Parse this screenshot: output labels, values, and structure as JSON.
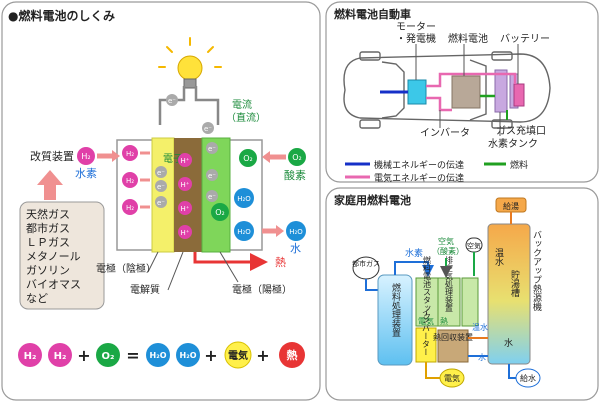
{
  "panels": {
    "left_title": "●燃料電池のしくみ",
    "car_title": "燃料電池自動車",
    "home_title": "家庭用燃料電池"
  },
  "cell": {
    "reformer": "改質装置",
    "hydrogen": "水素",
    "oxygen": "酸素",
    "water": "水",
    "heat": "熱",
    "current_line1": "電流",
    "current_line2": "（直流）",
    "electron": "電子",
    "cathode_label": "電極（陰極）",
    "anode_label": "電極（陽極）",
    "electrolyte_label": "電解質",
    "h2": "H₂",
    "hplus": "H⁺",
    "e": "e⁻",
    "o2": "O₂",
    "h2o": "H₂O",
    "fuels": [
      "天然ガス",
      "都市ガス",
      "ＬＰガス",
      "メタノール",
      "ガソリン",
      "バイオマス",
      "など"
    ]
  },
  "equation": {
    "t1": "H₂",
    "t2": "H₂",
    "plus": "+",
    "t3": "O₂",
    "eq": "=",
    "t4": "H₂O",
    "t5": "H₂O",
    "t6": "電気",
    "t7": "熱"
  },
  "car": {
    "motor_line1": "モーター",
    "motor_line2": "・発電機",
    "fuel_cell": "燃料電池",
    "battery": "バッテリー",
    "inverter": "インバータ",
    "gas_port": "ガス充填口",
    "h2_tank": "水素タンク",
    "legend_mech": "機械エネルギーの伝達",
    "legend_elec": "電気エネルギーの伝達",
    "legend_fuel": "燃料"
  },
  "home": {
    "city_gas": "都市ガス",
    "hydrogen": "水素",
    "air_line1": "空気",
    "air_line2": "（酸素）",
    "air": "空気",
    "reformer": "燃料処理装置",
    "fc_stack": "燃料電池スタック",
    "elec": "電気",
    "heat": "熱",
    "exhaust": "排空気処理装置",
    "inverter": "インバーター",
    "heat_recovery": "熱回収装置",
    "hot_water_out": "給湯",
    "backup": "バックアップ熱源機",
    "warm_water": "温水",
    "tank": "貯湯槽",
    "water": "水",
    "electricity": "電気",
    "water_in": "給水"
  },
  "colors": {
    "panel_border": "#9a9a9a",
    "electrolyte": "#8b6b3a",
    "cathode": "#f4f06a",
    "anode": "#7fd65a",
    "hydrogen_ball": "#e040a8",
    "oxygen_ball": "#1aa845",
    "water_ball": "#1e8fd8",
    "heat_arrow": "#e83535",
    "pink_arrow": "#f09090",
    "mech_line": "#1530c8",
    "elec_line": "#e868b0",
    "fuel_line": "#20a020"
  },
  "icons": [
    "light-bulb-icon",
    "car-outline-icon"
  ]
}
